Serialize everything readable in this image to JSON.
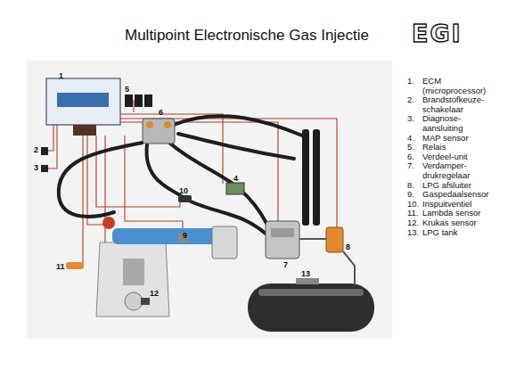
{
  "diagram": {
    "title": "Multipoint Electronische Gas Injectie",
    "labels": [
      "EGI",
      "1",
      "2",
      "3",
      "4",
      "5",
      "6",
      "7",
      "8",
      "9",
      "10",
      "11",
      "12",
      "13",
      "1.",
      "ECM (microprocessor)",
      "2.",
      "Brandstofkeuze- schakelaar",
      "3.",
      "Diagnose- aansluiting",
      "4.",
      "MAP sensor",
      "5.",
      "Relais",
      "6.",
      "Verdeel-unit",
      "7.",
      "Verdamper- drukregelaar",
      "8.",
      "LPG afsluiter",
      "9.",
      "Gaspedaalsensor",
      "10.",
      "Inspuitventiel",
      "11.",
      "Lambda sensor",
      "12.",
      "Krukas sensor",
      "13.",
      "LPG tank"
    ]
  }
}
